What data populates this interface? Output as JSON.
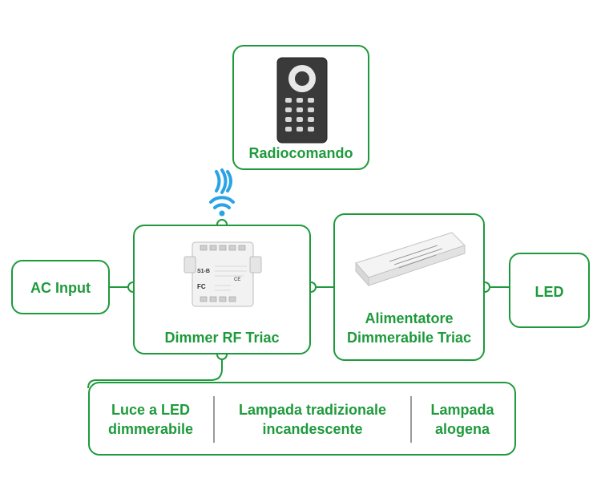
{
  "colors": {
    "accent": "#1e9a3c",
    "wifi": "#2aa3e6"
  },
  "nodes": {
    "remote": {
      "label": "Radiocomando",
      "icon": "remote-control-image"
    },
    "dimmer": {
      "label": "Dimmer RF Triac",
      "icon": "dimmer-module-image",
      "device_text": [
        "S1-B",
        "FC",
        "CE"
      ]
    },
    "ac_input": {
      "label": "AC Input"
    },
    "power_supply": {
      "line1": "Alimentatore",
      "line2": "Dimmerabile Triac",
      "icon": "power-supply-image"
    },
    "led": {
      "label": "LED"
    }
  },
  "loads": [
    {
      "line1": "Luce a LED",
      "line2": "dimmerabile"
    },
    {
      "line1": "Lampada tradizionale",
      "line2": "incandescente"
    },
    {
      "line1": "Lampada",
      "line2": "alogena"
    }
  ],
  "wireless": {
    "icon": "wifi-signal-icon"
  }
}
